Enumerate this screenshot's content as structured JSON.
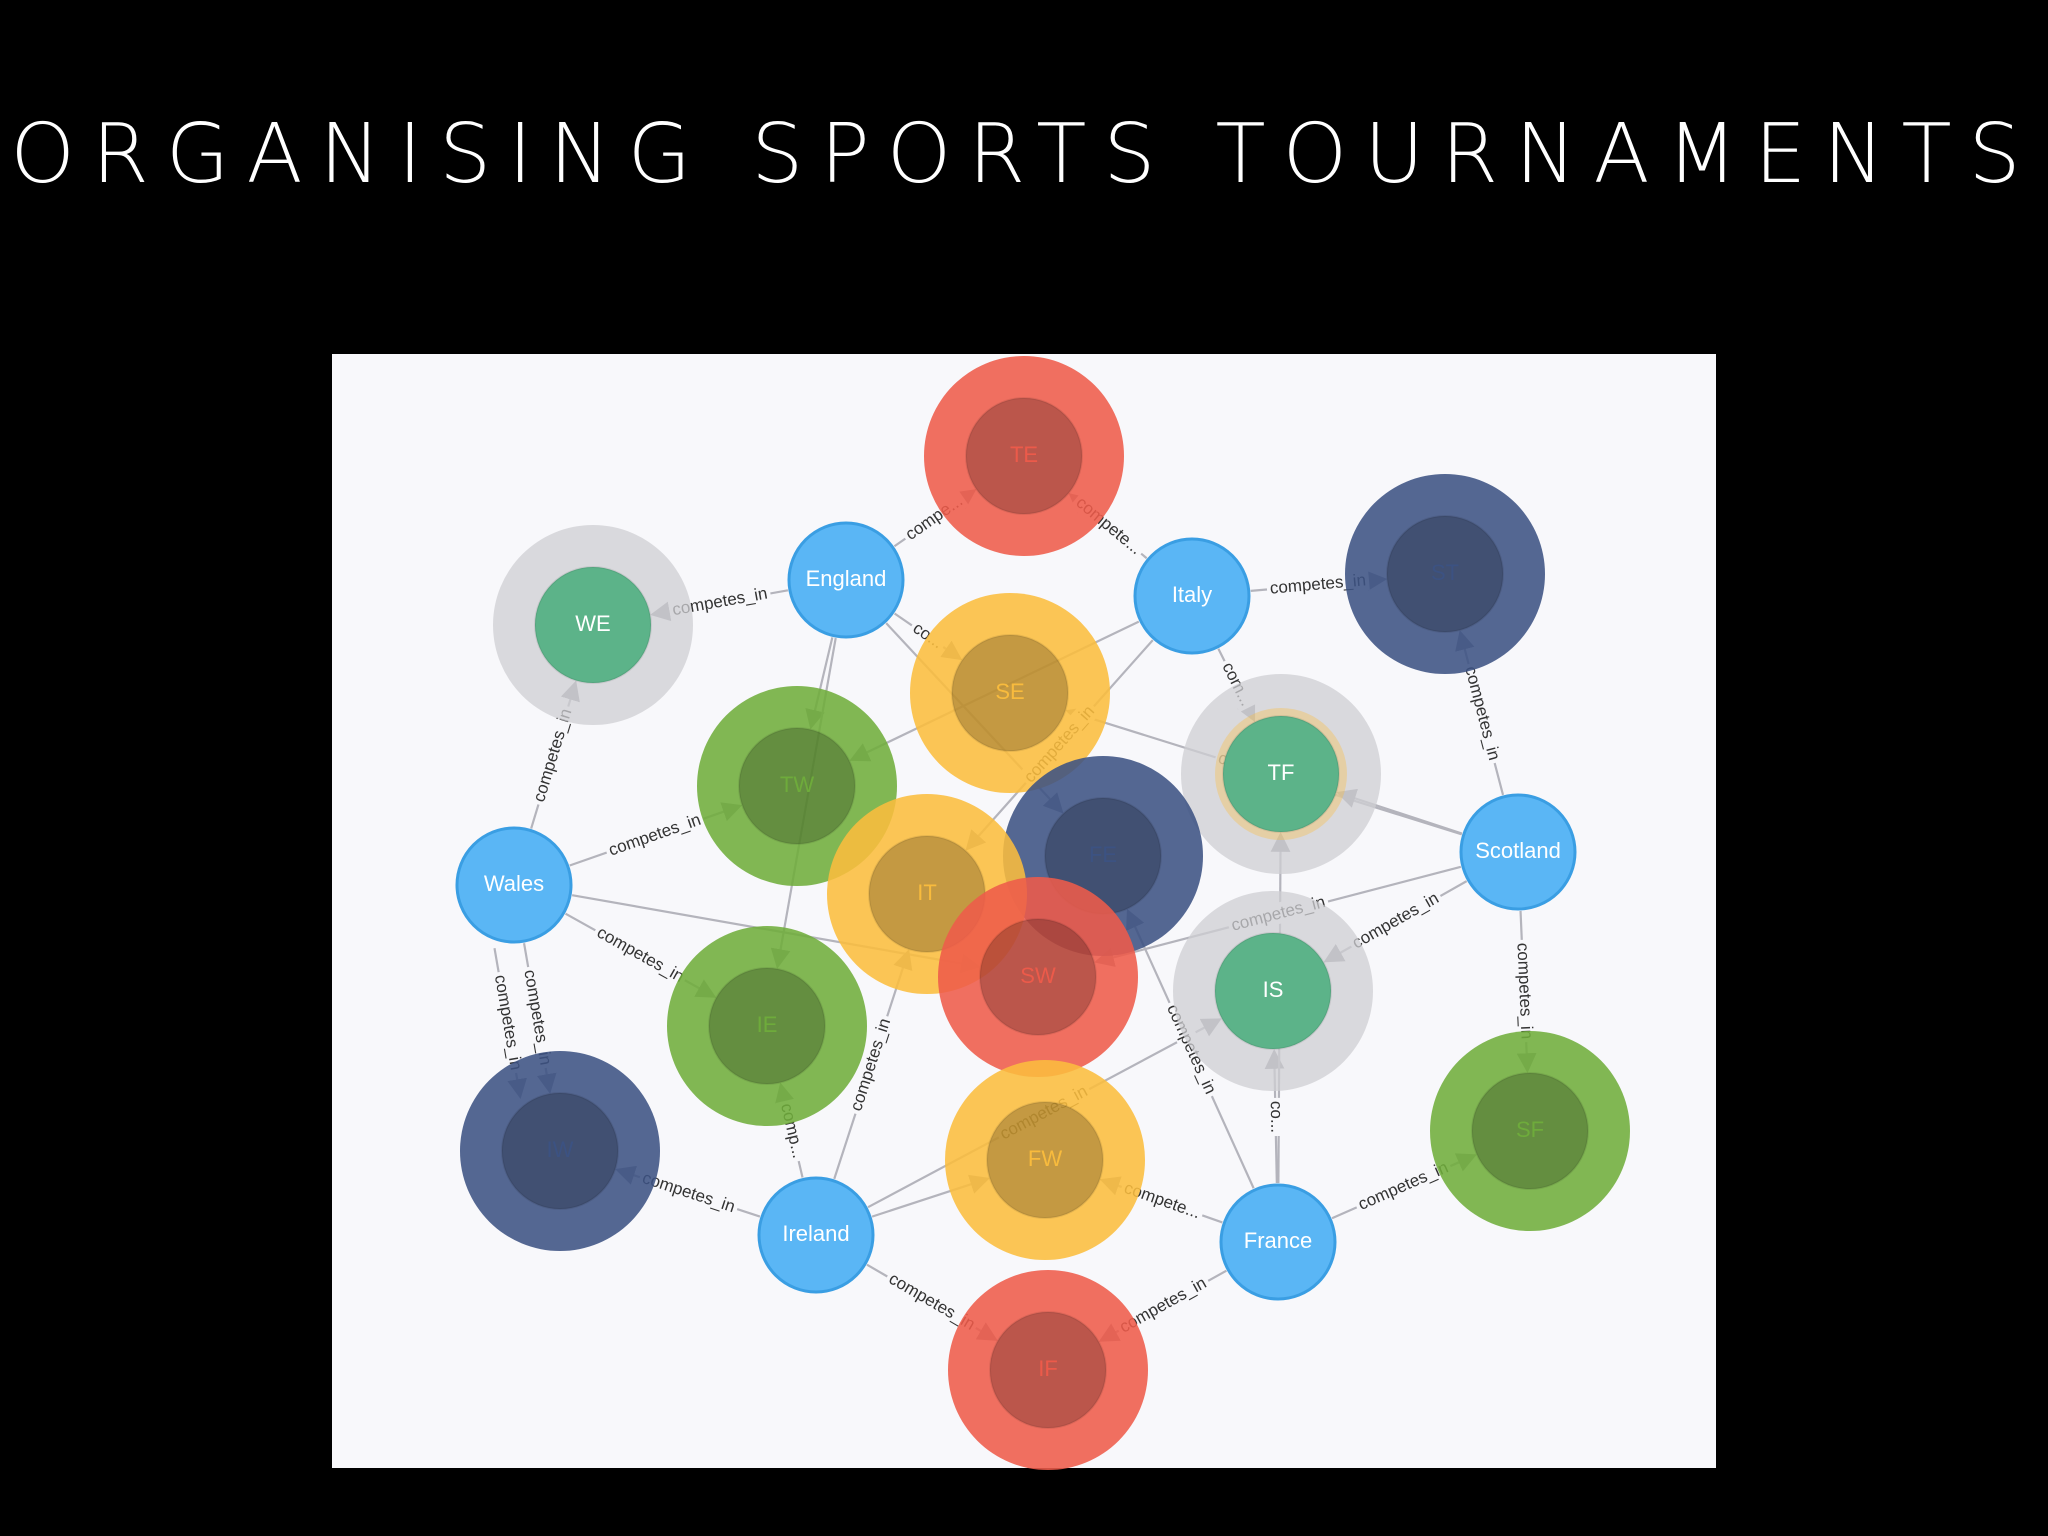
{
  "slide": {
    "title": "ORGANISING SPORTS TOURNAMENTS"
  },
  "colors": {
    "canvas": "#f8f8fb",
    "country": "#5ab6f5",
    "country_stroke": "#3a9ee3",
    "edge": "#b4b4bc",
    "edge_label": "#333333",
    "red": "#ee5b4a",
    "navy": "#3c5283",
    "yellow": "#fbbd3d",
    "green": "#6fad3b",
    "grey": "#cfcfd3",
    "teal": "#5cb389"
  },
  "countries": [
    {
      "id": "england",
      "label": "England"
    },
    {
      "id": "italy",
      "label": "Italy"
    },
    {
      "id": "wales",
      "label": "Wales"
    },
    {
      "id": "scotland",
      "label": "Scotland"
    },
    {
      "id": "ireland",
      "label": "Ireland"
    },
    {
      "id": "france",
      "label": "France"
    }
  ],
  "pairings": [
    {
      "id": "te",
      "label": "TE",
      "halo": "red"
    },
    {
      "id": "we",
      "label": "WE",
      "halo": "grey"
    },
    {
      "id": "st",
      "label": "ST",
      "halo": "navy"
    },
    {
      "id": "se",
      "label": "SE",
      "halo": "yellow"
    },
    {
      "id": "tw",
      "label": "TW",
      "halo": "green"
    },
    {
      "id": "tf",
      "label": "TF",
      "halo": "grey"
    },
    {
      "id": "fe",
      "label": "FE",
      "halo": "navy"
    },
    {
      "id": "it",
      "label": "IT",
      "halo": "yellow"
    },
    {
      "id": "sw",
      "label": "SW",
      "halo": "red"
    },
    {
      "id": "ie",
      "label": "IE",
      "halo": "green"
    },
    {
      "id": "is",
      "label": "IS",
      "halo": "grey"
    },
    {
      "id": "iw",
      "label": "IW",
      "halo": "navy"
    },
    {
      "id": "fw",
      "label": "FW",
      "halo": "yellow"
    },
    {
      "id": "sf",
      "label": "SF",
      "halo": "green"
    },
    {
      "id": "if",
      "label": "IF",
      "halo": "red"
    }
  ],
  "edges": [
    {
      "from": "england",
      "to": "te",
      "label": "compe..."
    },
    {
      "from": "italy",
      "to": "te",
      "label": "compete..."
    },
    {
      "from": "england",
      "to": "we",
      "label": "competes_in"
    },
    {
      "from": "italy",
      "to": "st",
      "label": "competes_in"
    },
    {
      "from": "england",
      "to": "se",
      "label": "co..."
    },
    {
      "from": "italy",
      "to": "tf",
      "label": "com..."
    },
    {
      "from": "wales",
      "to": "we",
      "label": "competes_in"
    },
    {
      "from": "scotland",
      "to": "st",
      "label": "competes_in"
    },
    {
      "from": "wales",
      "to": "tw",
      "label": "competes_in"
    },
    {
      "from": "italy",
      "to": "tw",
      "label": ""
    },
    {
      "from": "england",
      "to": "tw",
      "label": ""
    },
    {
      "from": "scotland",
      "to": "se",
      "label": "competes_in"
    },
    {
      "from": "italy",
      "to": "it",
      "label": "competes_in"
    },
    {
      "from": "england",
      "to": "fe",
      "label": ""
    },
    {
      "from": "scotland",
      "to": "tf",
      "label": ""
    },
    {
      "from": "wales",
      "to": "ie",
      "label": "competes_in"
    },
    {
      "from": "wales",
      "to": "sw",
      "label": ""
    },
    {
      "from": "scotland",
      "to": "sw",
      "label": "competes_in"
    },
    {
      "from": "scotland",
      "to": "is",
      "label": "competes_in"
    },
    {
      "from": "england",
      "to": "ie",
      "label": ""
    },
    {
      "from": "wales",
      "to": "iw",
      "label": "competes_in"
    },
    {
      "from": "wales",
      "to": "iw",
      "label": "competes_in",
      "curve": 1
    },
    {
      "from": "ireland",
      "to": "iw",
      "label": "competes_in"
    },
    {
      "from": "ireland",
      "to": "ie",
      "label": "comp..."
    },
    {
      "from": "ireland",
      "to": "it",
      "label": "competes_in"
    },
    {
      "from": "ireland",
      "to": "is",
      "label": "competes_in"
    },
    {
      "from": "france",
      "to": "fe",
      "label": "competes_in"
    },
    {
      "from": "france",
      "to": "is",
      "label": "co..."
    },
    {
      "from": "france",
      "to": "fw",
      "label": "compete..."
    },
    {
      "from": "ireland",
      "to": "fw",
      "label": ""
    },
    {
      "from": "scotland",
      "to": "sf",
      "label": "competes_in"
    },
    {
      "from": "france",
      "to": "sf",
      "label": "competes_in"
    },
    {
      "from": "ireland",
      "to": "if",
      "label": "competes_in"
    },
    {
      "from": "france",
      "to": "if",
      "label": "competes_in"
    },
    {
      "from": "france",
      "to": "tf",
      "label": ""
    }
  ]
}
